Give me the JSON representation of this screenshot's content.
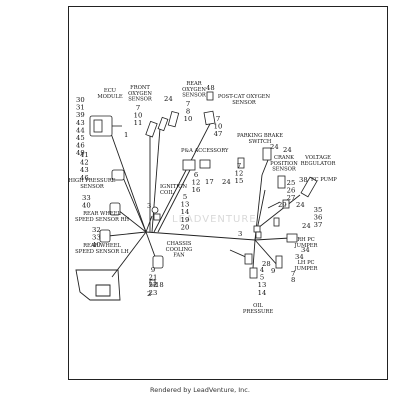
{
  "labels": {
    "ecu_module": "ECU\nMODULE",
    "front_o2": "FRONT\nOXYGEN\nSENSOR",
    "rear_o2": "REAR\nOXYGEN\nSENSOR",
    "post_cat": "POST-CAT OXYGEN\nSENSOR",
    "pa_accessory": "P&A ACCESSORY",
    "parking_brake": "PARKING BRAKE\nSWITCH",
    "high_pressure": "HIGH PRESSURE\nSENSOR",
    "crank": "CRANK\nPOSITION\nSENSOR",
    "voltage_reg": "VOLTAGE\nREGULATOR",
    "rear_wss_rh": "REAR WHEEL\nSPEED SENSOR RH",
    "ignition_coil": "IGNITION\nCOIL",
    "fc_pump": "FC PUMP",
    "rear_wss_lh": "REAR WHEEL\nSPEED SENSOR LH",
    "rh_pc_jumper": "RH PC\nJUMPER",
    "chassis_fan": "CHASSIS\nCOOLING\nFAN",
    "lh_pc_jumper": "LH PC\nJUMPER",
    "oil_pressure": "OIL\nPRESSURE"
  },
  "callouts": {
    "ecu": [
      "30",
      "31",
      "39",
      "43",
      "44",
      "45",
      "46",
      "49"
    ],
    "ecu_pointer": "1",
    "front_o2": [
      "7",
      "10",
      "11"
    ],
    "front_o2_top": "24",
    "rear_o2": [
      "7",
      "8",
      "10"
    ],
    "post_cat_top": "48",
    "post_cat": [
      "7",
      "10",
      "47"
    ],
    "high_pressure": [
      "41",
      "42",
      "43",
      "46"
    ],
    "pa_accessory": [
      "6",
      "12",
      "16"
    ],
    "pa_17": "17",
    "pa_24": "24",
    "parking_brake": [
      "7",
      "12",
      "15"
    ],
    "parking_brake_24": "24",
    "crank_top": "24",
    "crank": [
      "25",
      "26",
      "27"
    ],
    "voltage_top": "38",
    "voltage": [
      "35",
      "36",
      "37"
    ],
    "rear_wss_rh": [
      "33",
      "40"
    ],
    "ignition_3": "3",
    "ignition": [
      "5",
      "13",
      "14",
      "19",
      "20"
    ],
    "rear_wss_lh": [
      "32",
      "33",
      "40"
    ],
    "mid_3": "3",
    "n29": "29",
    "n24a": "24",
    "n24b": "24",
    "rh_jumper": "34",
    "lh_jumper": "34",
    "n7": "7",
    "n8": "8",
    "n9": "9",
    "n18": "18",
    "fan": [
      "9",
      "21",
      "22",
      "23"
    ],
    "fan_2": "2",
    "n28": "28",
    "oil": [
      "4",
      "5",
      "13",
      "14"
    ]
  },
  "watermark": "LEADVENTURE",
  "footer": "Rendered by LeadVenture, Inc."
}
